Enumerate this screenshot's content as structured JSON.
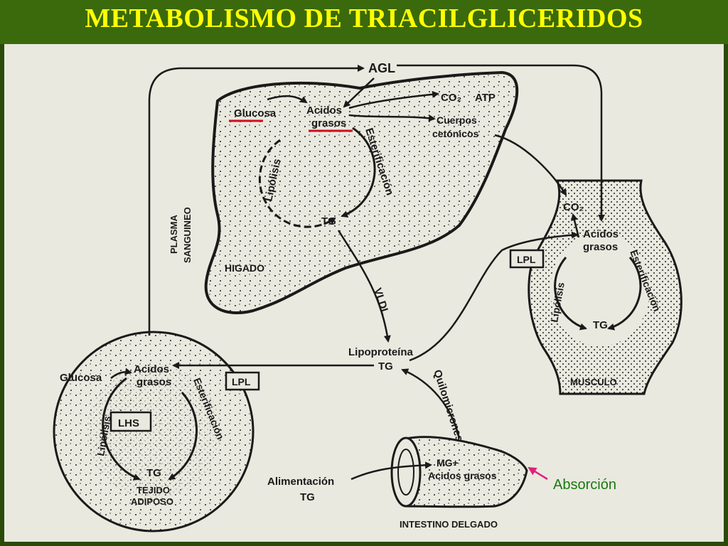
{
  "title": "METABOLISMO DE TRIACILGLICERIDOS",
  "colors": {
    "title_bg": "#3a6a0c",
    "title_text": "#ffff00",
    "paper": "#e9e9df",
    "ink": "#1a1a1a",
    "underline": "#d01020",
    "absorcion": "#1a7a12",
    "arrow_pink": "#e0207a"
  },
  "labels": {
    "agl": "AGL",
    "co2_liver": "CO₂",
    "atp": "ATP",
    "glucosa_liver": "Glucosa",
    "acidos_liver": "Acidos",
    "grasos_liver": "grasos",
    "cuerpos": "Cuerpos",
    "cetonicos": "cetónicos",
    "esterificacion_liver": "Esterificación",
    "lipolisis_liver": "Lipólisis",
    "tg_liver": "TG",
    "higado": "HIGADO",
    "plasma": "PLASMA",
    "sanguineo": "SANGUINEO",
    "vldl": "VLDL",
    "lipoproteina": "Lipoproteína",
    "tg_lipo": "TG",
    "quilomicrones": "Quilomicrones",
    "co2_muscle": "CO₂",
    "acidos_muscle": "Acidos",
    "grasos_muscle": "grasos",
    "esterificacion_muscle": "Esterificación",
    "lipolisis_muscle": "Lipólisis",
    "tg_muscle": "TG",
    "musculo": "MUSCULO",
    "lpl_muscle": "LPL",
    "lpl_adipose": "LPL",
    "glucosa_adipose": "Glucosa",
    "acidos_adipose": "Acidos",
    "grasos_adipose": "grasos",
    "esterificacion_adipose": "Esterificación",
    "lipolisis_adipose": "Lipólisis",
    "lhs": "LHS",
    "tg_adipose": "TG",
    "tejido": "TEJIDO",
    "adiposo": "ADIPOSO",
    "mg": "MG+",
    "acidos_grasos_int": "Acidos grasos",
    "alimentacion": "Alimentación",
    "tg_food": "TG",
    "intestino": "INTESTINO DELGADO",
    "absorcion": "Absorción"
  }
}
